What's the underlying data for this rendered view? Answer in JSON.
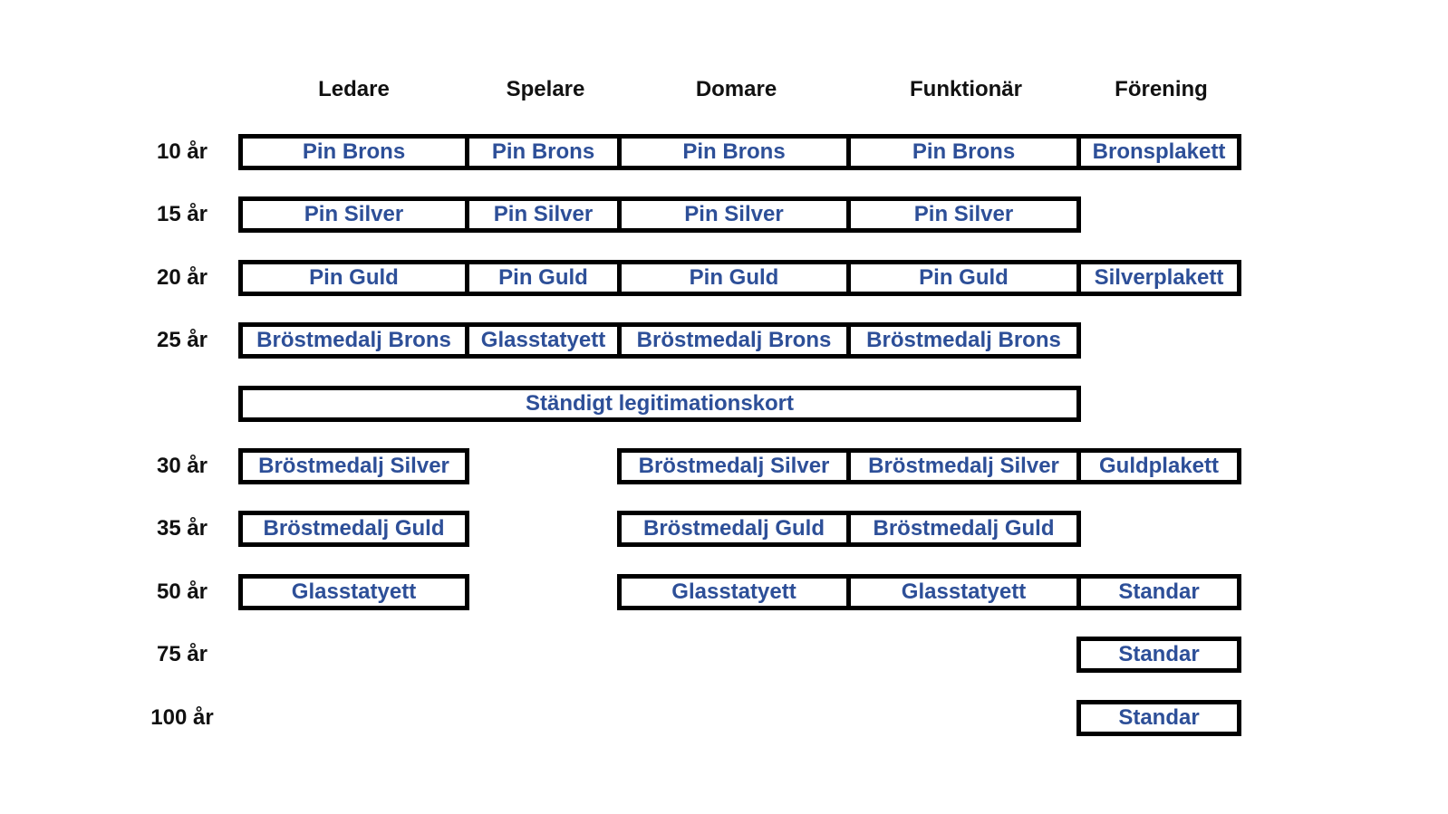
{
  "colors": {
    "award_text": "#2d4f98",
    "border": "#000000",
    "label_text": "#111111"
  },
  "headers": [
    "Ledare",
    "Spelare",
    "Domare",
    "Funktionär",
    "Förening"
  ],
  "rows": [
    {
      "year": "10 år",
      "cells": [
        {
          "col": 0,
          "span": 1,
          "text": "Pin Brons"
        },
        {
          "col": 1,
          "span": 1,
          "text": "Pin Brons"
        },
        {
          "col": 2,
          "span": 1,
          "text": "Pin Brons"
        },
        {
          "col": 3,
          "span": 1,
          "text": "Pin Brons"
        },
        {
          "col": 4,
          "span": 1,
          "text": "Bronsplakett"
        }
      ]
    },
    {
      "year": "15 år",
      "cells": [
        {
          "col": 0,
          "span": 1,
          "text": "Pin Silver"
        },
        {
          "col": 1,
          "span": 1,
          "text": "Pin Silver"
        },
        {
          "col": 2,
          "span": 1,
          "text": "Pin Silver"
        },
        {
          "col": 3,
          "span": 1,
          "text": "Pin Silver"
        }
      ]
    },
    {
      "year": "20 år",
      "cells": [
        {
          "col": 0,
          "span": 1,
          "text": "Pin Guld"
        },
        {
          "col": 1,
          "span": 1,
          "text": "Pin Guld"
        },
        {
          "col": 2,
          "span": 1,
          "text": "Pin Guld"
        },
        {
          "col": 3,
          "span": 1,
          "text": "Pin Guld"
        },
        {
          "col": 4,
          "span": 1,
          "text": "Silverplakett"
        }
      ]
    },
    {
      "year": "25 år",
      "cells": [
        {
          "col": 0,
          "span": 1,
          "text": "Bröstmedalj Brons"
        },
        {
          "col": 1,
          "span": 1,
          "text": "Glasstatyett"
        },
        {
          "col": 2,
          "span": 1,
          "text": "Bröstmedalj Brons"
        },
        {
          "col": 3,
          "span": 1,
          "text": "Bröstmedalj Brons"
        }
      ]
    },
    {
      "year": "",
      "cells": [
        {
          "col": 0,
          "span": 4,
          "text": "Ständigt legitimationskort"
        }
      ]
    },
    {
      "year": "30 år",
      "cells": [
        {
          "col": 0,
          "span": 1,
          "text": "Bröstmedalj Silver"
        },
        {
          "col": 2,
          "span": 1,
          "text": "Bröstmedalj Silver"
        },
        {
          "col": 3,
          "span": 1,
          "text": "Bröstmedalj Silver"
        },
        {
          "col": 4,
          "span": 1,
          "text": "Guldplakett"
        }
      ]
    },
    {
      "year": "35 år",
      "cells": [
        {
          "col": 0,
          "span": 1,
          "text": "Bröstmedalj Guld"
        },
        {
          "col": 2,
          "span": 1,
          "text": "Bröstmedalj Guld"
        },
        {
          "col": 3,
          "span": 1,
          "text": "Bröstmedalj Guld"
        }
      ]
    },
    {
      "year": "50 år",
      "cells": [
        {
          "col": 0,
          "span": 1,
          "text": "Glasstatyett"
        },
        {
          "col": 2,
          "span": 1,
          "text": "Glasstatyett"
        },
        {
          "col": 3,
          "span": 1,
          "text": "Glasstatyett"
        },
        {
          "col": 4,
          "span": 1,
          "text": "Standar"
        }
      ]
    },
    {
      "year": "75 år",
      "cells": [
        {
          "col": 4,
          "span": 1,
          "text": "Standar"
        }
      ]
    },
    {
      "year": "100 år",
      "cells": [
        {
          "col": 4,
          "span": 1,
          "text": "Standar"
        }
      ]
    }
  ]
}
